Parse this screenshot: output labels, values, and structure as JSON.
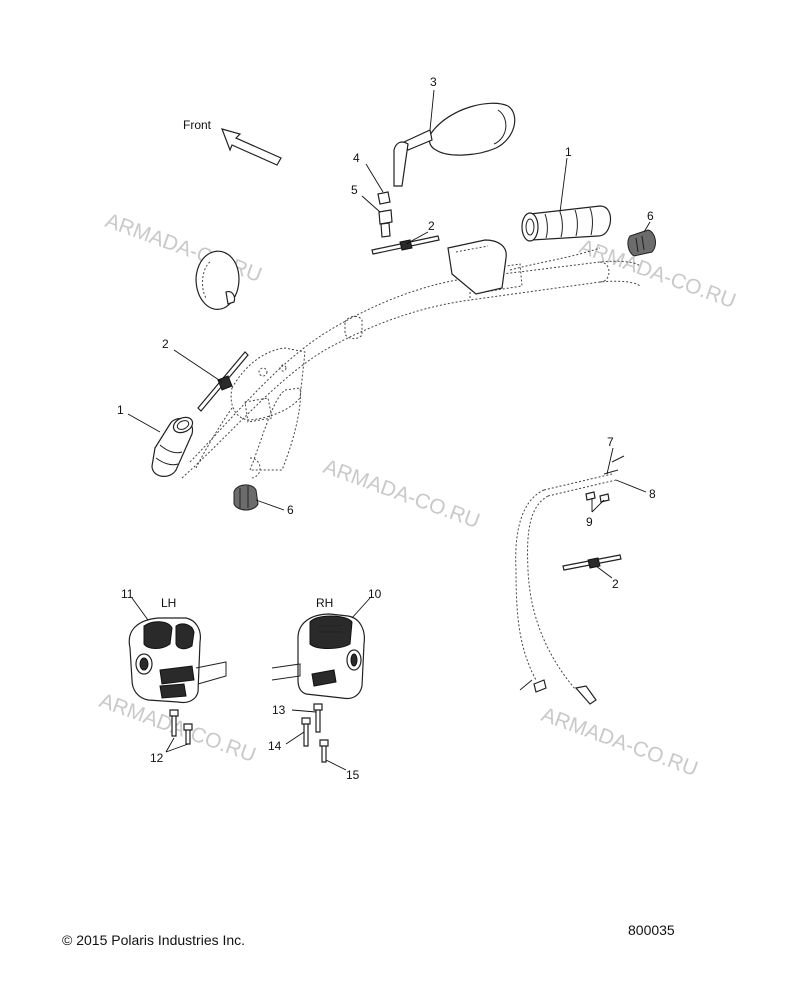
{
  "watermark": "ARMADA-CO.RU",
  "front_label": "Front",
  "callouts": {
    "c1a": "1",
    "c1b": "1",
    "c2a": "2",
    "c2b": "2",
    "c2c": "2",
    "c3": "3",
    "c4": "4",
    "c5": "5",
    "c6a": "6",
    "c6b": "6",
    "c7": "7",
    "c8": "8",
    "c9": "9",
    "c10": "10",
    "c11": "11",
    "c12": "12",
    "c13": "13",
    "c14": "14",
    "c15": "15"
  },
  "switch_labels": {
    "left": "LH",
    "right": "RH"
  },
  "footer": {
    "copyright": "© 2015 Polaris Industries Inc.",
    "diagram_number": "800035"
  }
}
